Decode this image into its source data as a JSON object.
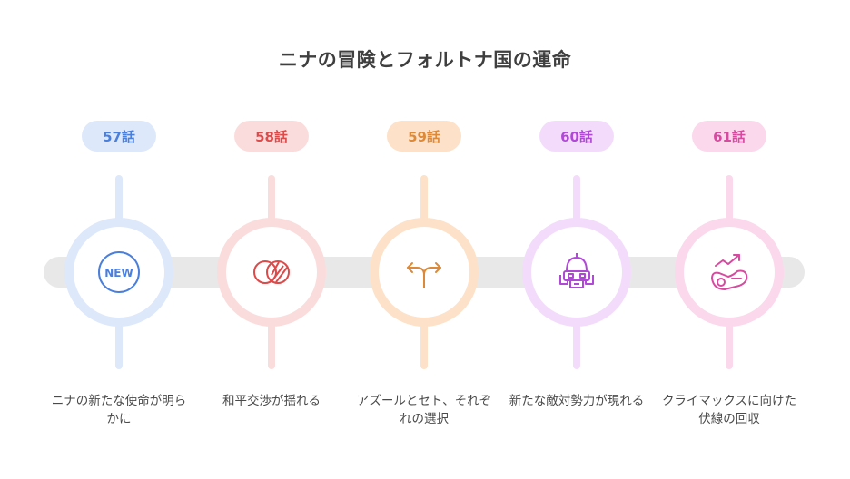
{
  "title": "ニナの冒険とフォルトナ国の運命",
  "steps": [
    {
      "label": "57話",
      "caption": "ニナの新たな使命が明らかに",
      "icon": "new-badge-icon",
      "accent": "#4a7fdc",
      "light": "#dde8fb"
    },
    {
      "label": "58話",
      "caption": "和平交渉が揺れる",
      "icon": "overlapping-circles-icon",
      "accent": "#dc4a4a",
      "light": "#fbdcdc"
    },
    {
      "label": "59話",
      "caption": "アズールとセト、それぞれの選択",
      "icon": "split-arrows-icon",
      "accent": "#dc8a3a",
      "light": "#fde1c8"
    },
    {
      "label": "60話",
      "caption": "新たな敵対勢力が現れる",
      "icon": "robot-icon",
      "accent": "#b04ad6",
      "light": "#f3dcfb"
    },
    {
      "label": "61話",
      "caption": "クライマックスに向けた伏線の回収",
      "icon": "rising-trend-icon",
      "accent": "#d64aa0",
      "light": "#fbd8ec"
    }
  ]
}
